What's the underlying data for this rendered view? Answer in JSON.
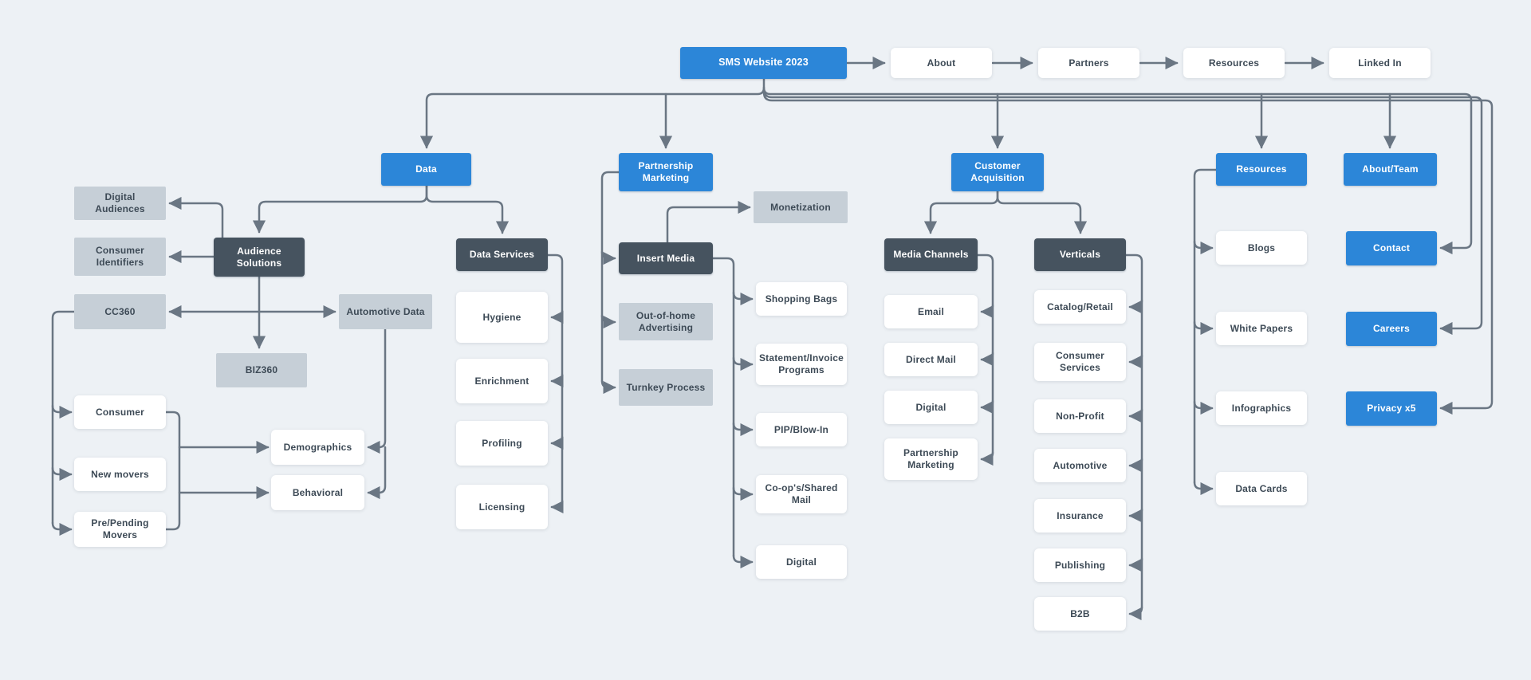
{
  "diagram_title": "SMS Website 2023",
  "colors": {
    "background": "#edf1f5",
    "primary_blue": "#2c86d8",
    "dark_slate": "#46535f",
    "light_gray": "#c6cfd7",
    "white_node": "#ffffff",
    "connector": "#6a7683",
    "text_dark": "#3d4a56"
  },
  "nodes": {
    "root": "SMS Website 2023",
    "about": "About",
    "partners": "Partners",
    "resources_top": "Resources",
    "linkedin": "Linked In",
    "data": "Data",
    "partnership_marketing": "Partnership Marketing",
    "customer_acquisition": "Customer Acquisition",
    "resources": "Resources",
    "about_team": "About/Team",
    "digital_audiences": "Digital Audiences",
    "consumer_identifiers": "Consumer Identifiers",
    "cc360": "CC360",
    "audience_solutions": "Audience Solutions",
    "automotive_data": "Automotive Data",
    "biz360": "BIZ360",
    "consumer": "Consumer",
    "new_movers": "New movers",
    "pre_pending_movers": "Pre/Pending Movers",
    "demographics": "Demographics",
    "behavioral": "Behavioral",
    "data_services": "Data Services",
    "hygiene": "Hygiene",
    "enrichment": "Enrichment",
    "profiling": "Profiling",
    "licensing": "Licensing",
    "monetization": "Monetization",
    "insert_media": "Insert Media",
    "out_of_home": "Out-of-home Advertising",
    "turnkey": "Turnkey Process",
    "shopping_bags": "Shopping Bags",
    "statement_invoice": "Statement/Invoice Programs",
    "pip_blowin": "PIP/Blow-In",
    "coops_shared_mail": "Co-op's/Shared Mail",
    "digital_pm": "Digital",
    "media_channels": "Media Channels",
    "verticals": "Verticals",
    "email": "Email",
    "direct_mail": "Direct Mail",
    "digital_mc": "Digital",
    "partnership_marketing_mc": "Partnership Marketing",
    "catalog_retail": "Catalog/Retail",
    "consumer_services": "Consumer Services",
    "non_profit": "Non-Profit",
    "automotive": "Automotive",
    "insurance": "Insurance",
    "publishing": "Publishing",
    "b2b": "B2B",
    "blogs": "Blogs",
    "white_papers": "White Papers",
    "infographics": "Infographics",
    "data_cards": "Data Cards",
    "contact": "Contact",
    "careers": "Careers",
    "privacy": "Privacy x5"
  },
  "edges": [
    {
      "from": "root",
      "to": "about"
    },
    {
      "from": "about",
      "to": "partners"
    },
    {
      "from": "partners",
      "to": "resources_top"
    },
    {
      "from": "resources_top",
      "to": "linkedin"
    },
    {
      "from": "root",
      "to": "data"
    },
    {
      "from": "root",
      "to": "partnership_marketing"
    },
    {
      "from": "root",
      "to": "customer_acquisition"
    },
    {
      "from": "root",
      "to": "resources"
    },
    {
      "from": "root",
      "to": "about_team"
    },
    {
      "from": "root",
      "to": "contact"
    },
    {
      "from": "root",
      "to": "careers"
    },
    {
      "from": "root",
      "to": "privacy"
    },
    {
      "from": "data",
      "to": "audience_solutions"
    },
    {
      "from": "data",
      "to": "data_services"
    },
    {
      "from": "audience_solutions",
      "to": "digital_audiences"
    },
    {
      "from": "audience_solutions",
      "to": "consumer_identifiers"
    },
    {
      "from": "audience_solutions",
      "to": "cc360"
    },
    {
      "from": "audience_solutions",
      "to": "automotive_data"
    },
    {
      "from": "audience_solutions",
      "to": "biz360"
    },
    {
      "from": "cc360",
      "to": "consumer"
    },
    {
      "from": "cc360",
      "to": "new_movers"
    },
    {
      "from": "cc360",
      "to": "pre_pending_movers"
    },
    {
      "from": "consumer",
      "to": "demographics"
    },
    {
      "from": "consumer",
      "to": "behavioral"
    },
    {
      "from": "pre_pending_movers",
      "to": "demographics"
    },
    {
      "from": "pre_pending_movers",
      "to": "behavioral"
    },
    {
      "from": "automotive_data",
      "to": "demographics"
    },
    {
      "from": "automotive_data",
      "to": "behavioral"
    },
    {
      "from": "data_services",
      "to": "hygiene"
    },
    {
      "from": "data_services",
      "to": "enrichment"
    },
    {
      "from": "data_services",
      "to": "profiling"
    },
    {
      "from": "data_services",
      "to": "licensing"
    },
    {
      "from": "partnership_marketing",
      "to": "insert_media"
    },
    {
      "from": "partnership_marketing",
      "to": "out_of_home"
    },
    {
      "from": "partnership_marketing",
      "to": "turnkey"
    },
    {
      "from": "insert_media",
      "to": "monetization"
    },
    {
      "from": "insert_media",
      "to": "shopping_bags"
    },
    {
      "from": "insert_media",
      "to": "statement_invoice"
    },
    {
      "from": "insert_media",
      "to": "pip_blowin"
    },
    {
      "from": "insert_media",
      "to": "coops_shared_mail"
    },
    {
      "from": "insert_media",
      "to": "digital_pm"
    },
    {
      "from": "customer_acquisition",
      "to": "media_channels"
    },
    {
      "from": "customer_acquisition",
      "to": "verticals"
    },
    {
      "from": "media_channels",
      "to": "email"
    },
    {
      "from": "media_channels",
      "to": "direct_mail"
    },
    {
      "from": "media_channels",
      "to": "digital_mc"
    },
    {
      "from": "media_channels",
      "to": "partnership_marketing_mc"
    },
    {
      "from": "verticals",
      "to": "catalog_retail"
    },
    {
      "from": "verticals",
      "to": "consumer_services"
    },
    {
      "from": "verticals",
      "to": "non_profit"
    },
    {
      "from": "verticals",
      "to": "automotive"
    },
    {
      "from": "verticals",
      "to": "insurance"
    },
    {
      "from": "verticals",
      "to": "publishing"
    },
    {
      "from": "verticals",
      "to": "b2b"
    },
    {
      "from": "resources",
      "to": "blogs"
    },
    {
      "from": "resources",
      "to": "white_papers"
    },
    {
      "from": "resources",
      "to": "infographics"
    },
    {
      "from": "resources",
      "to": "data_cards"
    }
  ]
}
